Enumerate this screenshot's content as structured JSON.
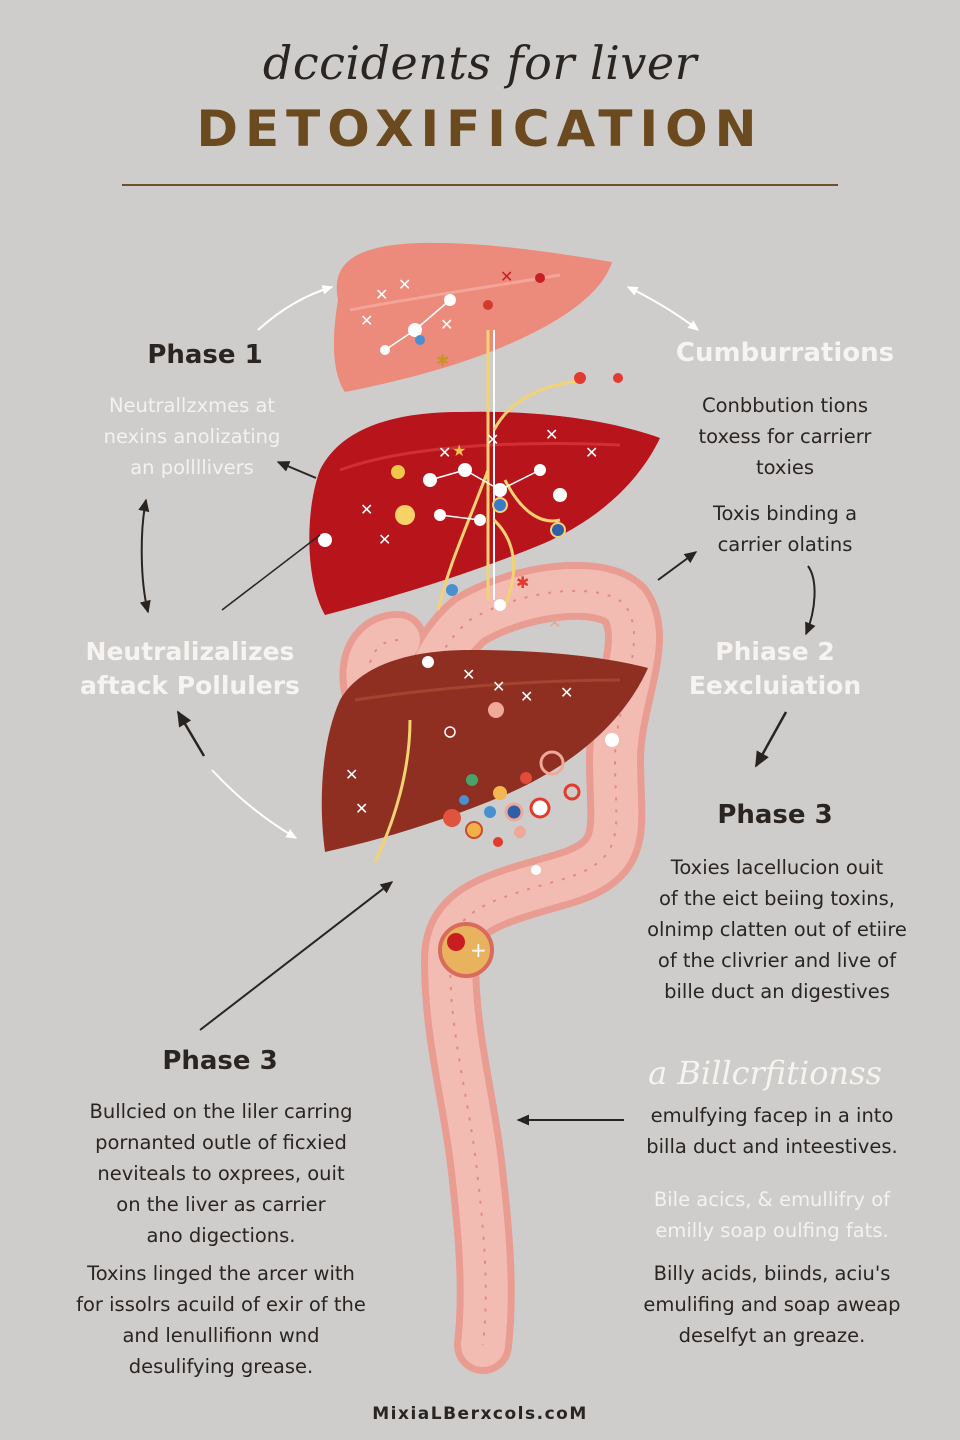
{
  "header": {
    "script_title": "dccidents for liver",
    "main_title": "DETOXIFICATION"
  },
  "left": {
    "phase1_title": "Phase 1",
    "phase1_lines": [
      "Neutrallzxmes at",
      "nexins anolizating",
      "an pollllivers"
    ],
    "mid_lines": [
      "Neutralizalizes",
      "aftack Pollulers"
    ],
    "phase3_title": "Phase 3",
    "phase3_lines_a": [
      "Bullcied on the liler carring",
      "pornanted outle of ficxied",
      "neviteals to oxprees, ouit",
      "on the liver as carrier",
      "ano digections."
    ],
    "phase3_lines_b": [
      "Toxins linged the arcer with",
      "for issolrs acuild of exir of the",
      "and lenullifionn wnd",
      "desulifying grease."
    ]
  },
  "right": {
    "top_title": "Cumburrations",
    "top_lines": [
      "Conbbution tions",
      "toxess for carrierr",
      "toxies"
    ],
    "binding_lines": [
      "Toxis binding a",
      "carrier olatins"
    ],
    "phase2_lines": [
      "Phiase 2",
      "Eexcluiation"
    ],
    "phase3_title": "Phase 3",
    "phase3_lines": [
      "Toxies lacellucion ouit",
      "of the eict beiing toxins,",
      "olnimp clatten out of etiire",
      "of the clivrier and live of",
      "bille duct an digestives"
    ],
    "bile_title": "a Billcrfitionss",
    "bile_lines_a": [
      "emulfying facep in a into",
      "billa duct and inteestives."
    ],
    "bile_lines_b": [
      "Bile acics, & emullifry of",
      "emilly soap oulfing fats."
    ],
    "bile_lines_c": [
      "Billy acids, biinds, aciu's",
      "emulifing and soap aweap",
      "deselfyt an greaze."
    ]
  },
  "footer": {
    "credit": "MixiaLBerxcols.coM"
  },
  "colors": {
    "background": "#cfcdcb",
    "liver_pink": "#ec8a7c",
    "liver_red": "#b8141b",
    "liver_brown": "#8f2f22",
    "intestine": "#eeaaa0",
    "title_gold": "#6a4a1e",
    "bile_yellow": "#f3d274"
  },
  "icons": [
    "arrow-icon",
    "liver-icon",
    "intestine-icon",
    "toxin-molecule-icon"
  ]
}
